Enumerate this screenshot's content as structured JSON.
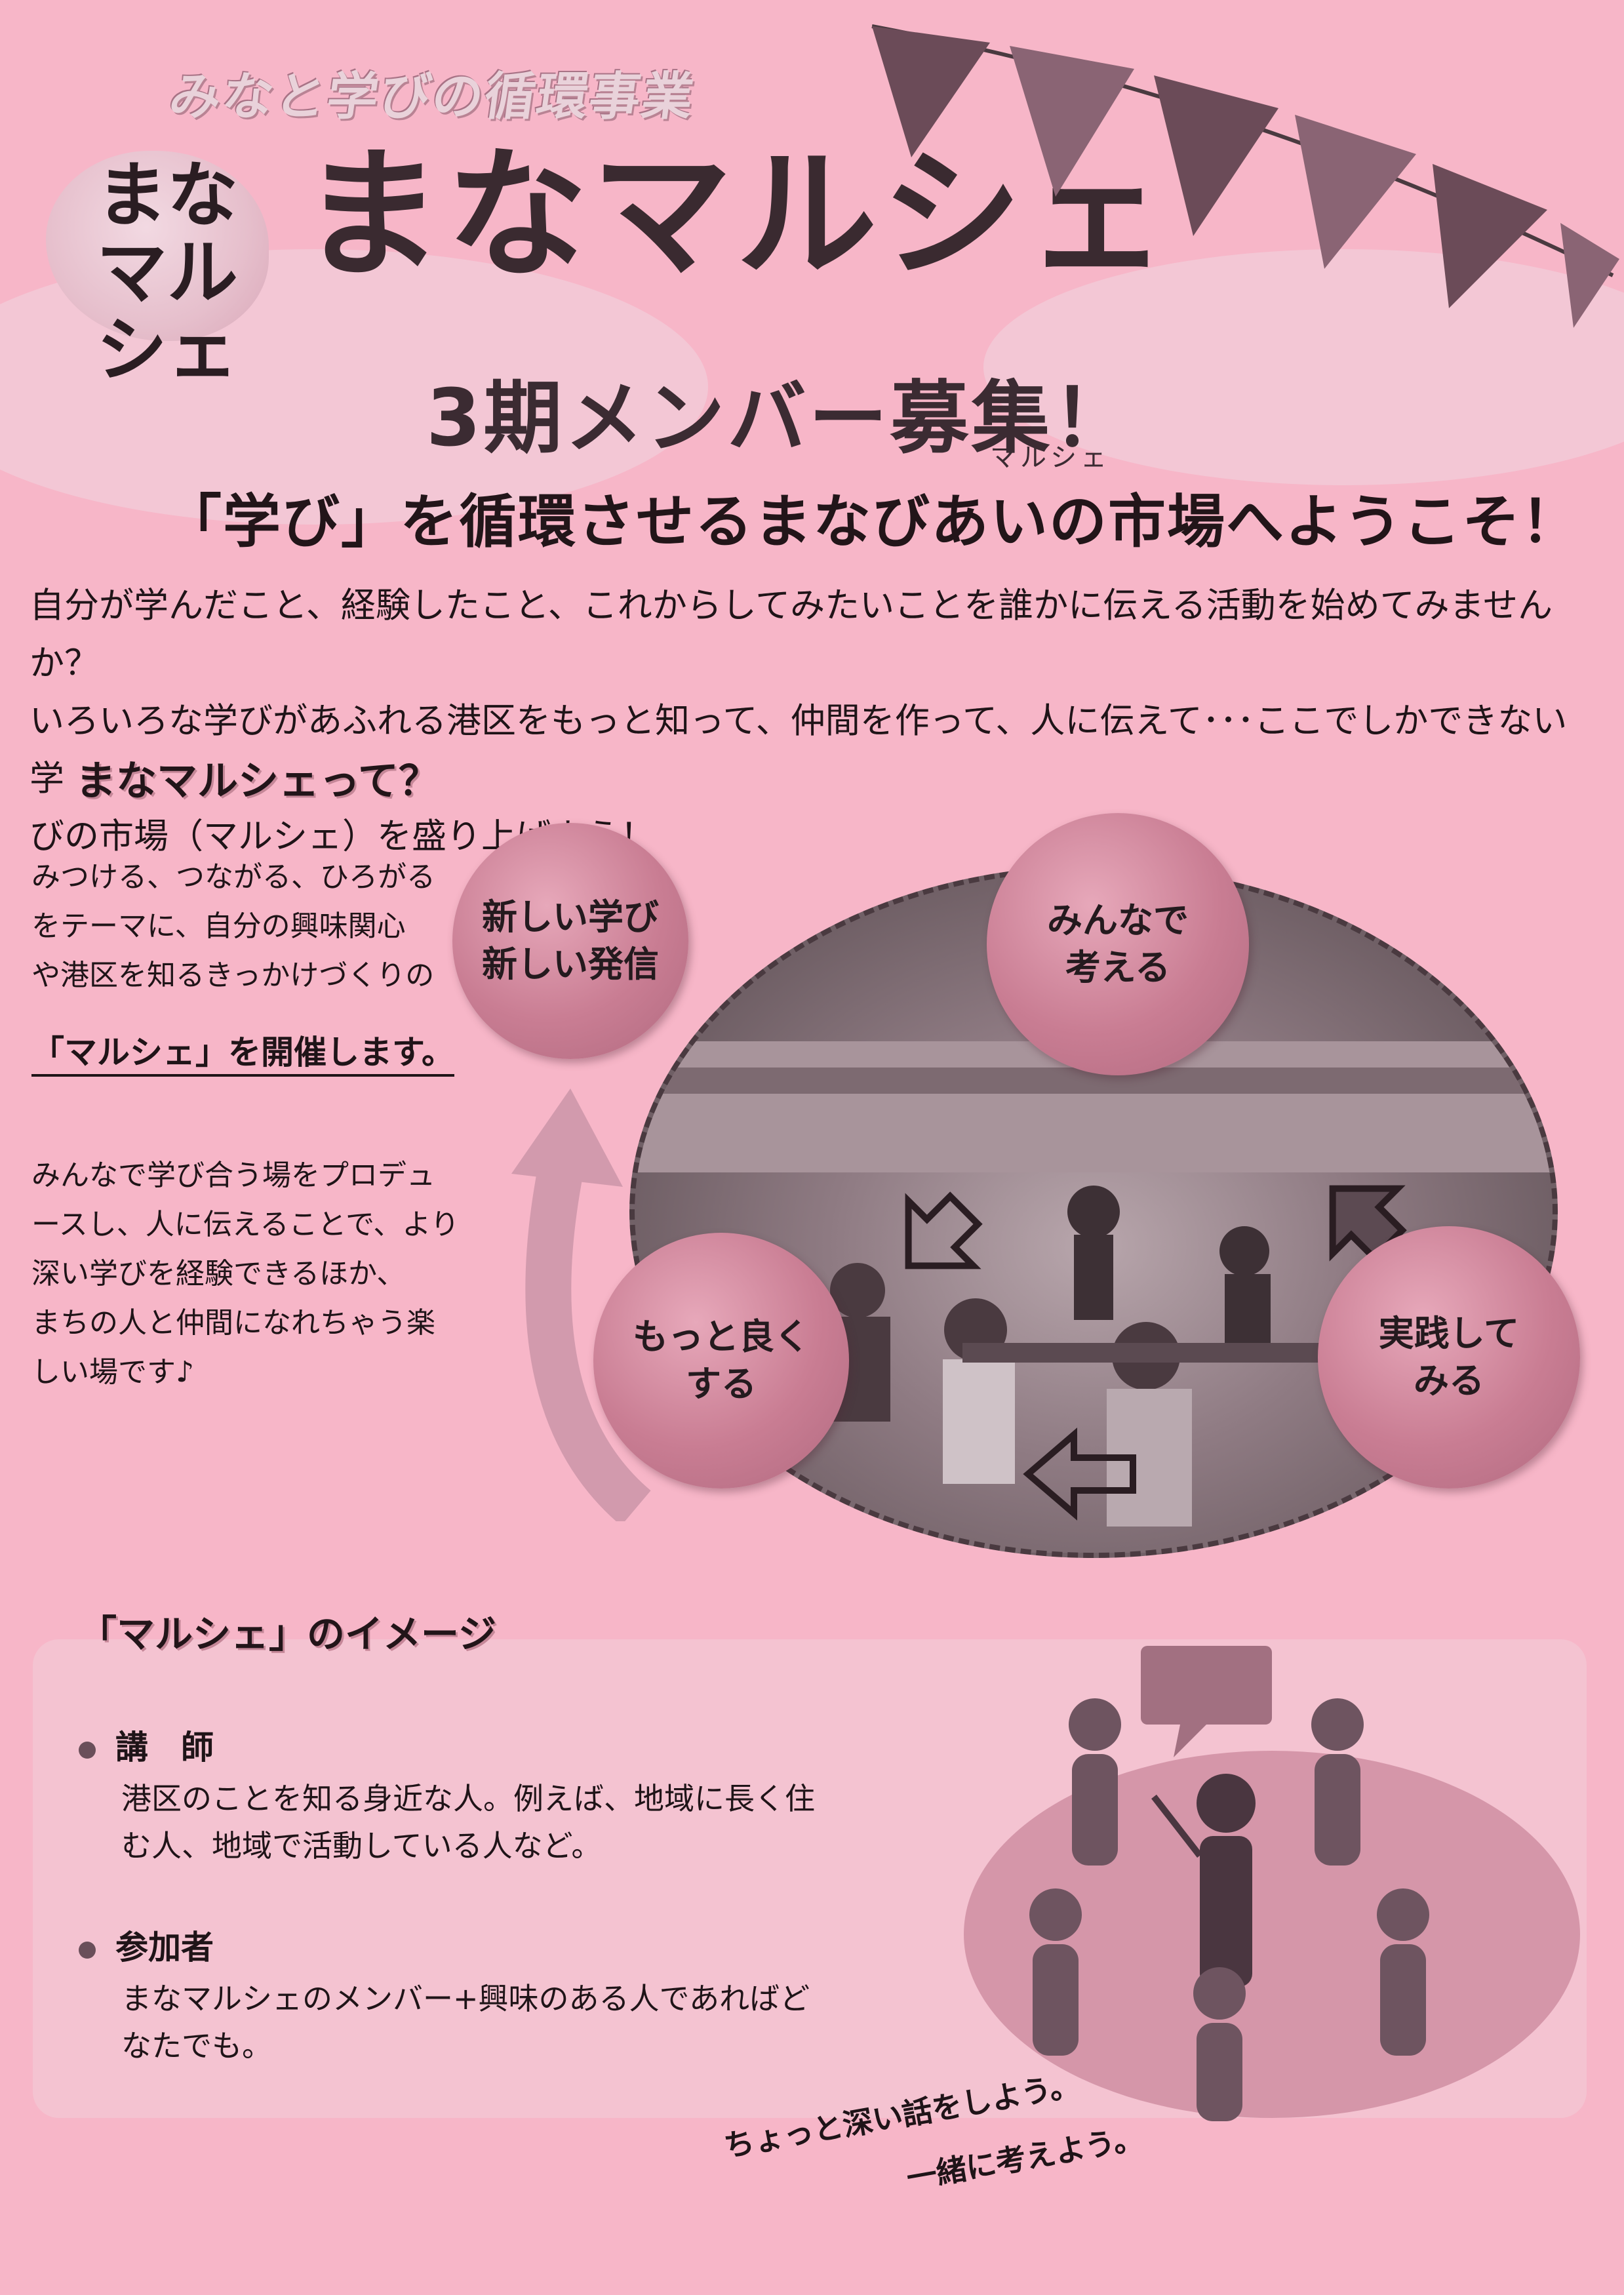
{
  "header": {
    "series_label": "みなと学びの循環事業",
    "logo_text": "まなマルシェ",
    "title": "まなマルシェ",
    "recruit": "3期メンバー募集！",
    "tagline_ruby": "マルシェ",
    "tagline": "「学び」を循環させるまなびあいの市場へようこそ！"
  },
  "intro": {
    "lines": [
      "自分が学んだこと、経験したこと、これからしてみたいことを誰かに伝える活動を始めてみませんか？",
      "いろいろな学びがあふれる港区をもっと知って、仲間を作って、人に伝えて･･･ここでしかできない学",
      "びの市場（マルシェ）を盛り上げよう！"
    ]
  },
  "about": {
    "heading": "まなマルシェって？",
    "para1": [
      "みつける、つながる、ひろがる",
      "をテーマに、自分の興味関心",
      "や港区を知るきっかけづくりの"
    ],
    "highlight": "「マルシェ」を開催します。",
    "para2": [
      "みんなで学び合う場をプロデュ",
      "ースし、人に伝えることで、より",
      "深い学びを経験できるほか、",
      "まちの人と仲間になれちゃう楽",
      "しい場です♪"
    ]
  },
  "cycle": {
    "circle1": [
      "新しい学び",
      "新しい発信"
    ],
    "circle2": [
      "みんなで",
      "考える"
    ],
    "circle3": [
      "実践して",
      "みる"
    ],
    "circle4": [
      "もっと良く",
      "する"
    ]
  },
  "image_section": {
    "heading": "「マルシェ」のイメージ",
    "lecturer_title": "講　師",
    "lecturer_body": [
      "港区のことを知る身近な人。例えば、地域に長く住",
      "む人、地域で活動している人など。"
    ],
    "participant_title": "参加者",
    "participant_body": [
      "まなマルシェのメンバー+興味のある人であればど",
      "なたでも。"
    ],
    "speech1": "ちょっと深い話をしよう。",
    "speech2": "一緒に考えよう。"
  },
  "colors": {
    "background": "#f7b6c8",
    "circle": "#c97d93",
    "text": "#1f1418"
  }
}
